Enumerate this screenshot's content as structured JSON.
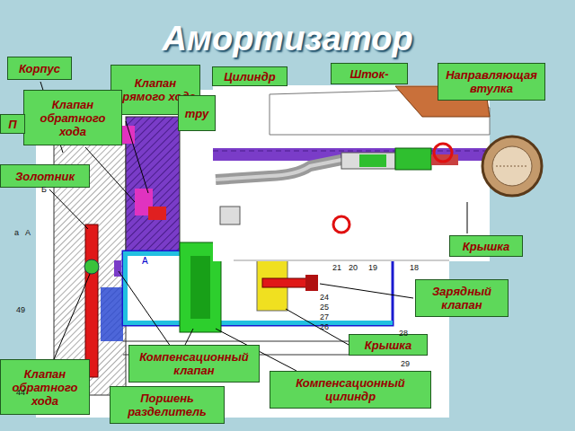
{
  "diagram": {
    "title": "Амортизатор",
    "nodes": [
      {
        "text": [
          "Корпус"
        ]
      },
      {
        "text": [
          "Клапан прямого хода"
        ]
      },
      {
        "text": [
          "Цилиндр"
        ]
      },
      {
        "text": [
          "Шток-"
        ]
      },
      {
        "text": [
          "Направляющая втулка"
        ]
      },
      {
        "text": [
          "Клапан обратного хода"
        ]
      },
      {
        "text": [
          "П"
        ]
      },
      {
        "text": [
          "тру"
        ]
      },
      {
        "text": [
          "Золотник"
        ]
      },
      {
        "text": [
          "Крышка"
        ]
      },
      {
        "text": [
          "Зарядный клапан"
        ]
      },
      {
        "text": [
          "Крышка"
        ]
      },
      {
        "text": [
          "Компенсационный клапан"
        ]
      },
      {
        "text": [
          "Компенсационный цилиндр"
        ]
      },
      {
        "text": [
          "Клапан обратного хода"
        ]
      },
      {
        "text": [
          "Поршень разделитель"
        ]
      }
    ],
    "labels": [
      "Б",
      "a",
      "А",
      "49",
      "44",
      "А",
      "21",
      "20",
      "19",
      "18",
      "24",
      "25",
      "27",
      "26",
      "28",
      "29"
    ]
  }
}
